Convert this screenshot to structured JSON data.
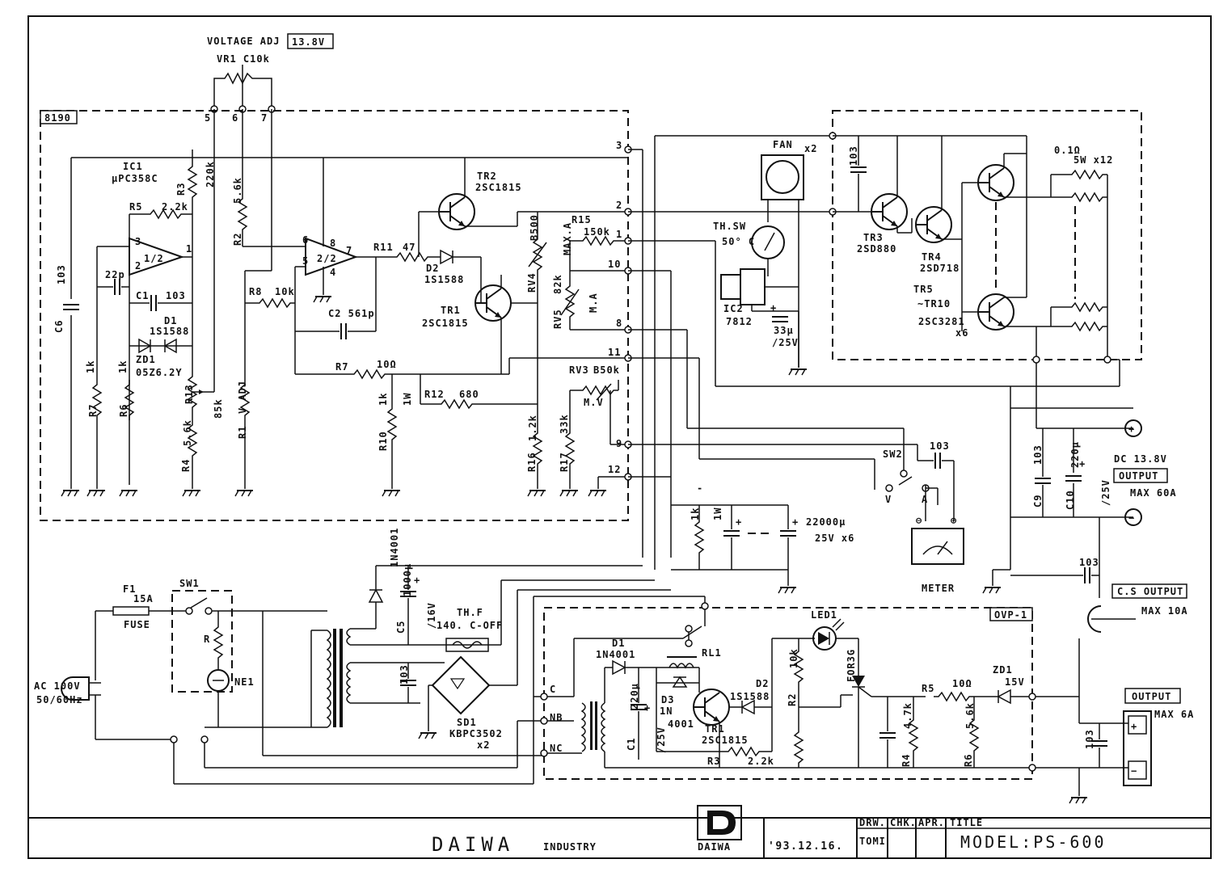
{
  "title_block": {
    "company": "DAIWA",
    "company_suffix": "INDUSTRY",
    "logo_text": "DAIWA",
    "date": "'93.12.16.",
    "drawn_label": "DRW.",
    "checked_label": "CHK.",
    "approved_label": "APR.",
    "title_label": "TITLE",
    "drawn_by": "TOMI",
    "model": "MODEL:PS-600"
  },
  "top": {
    "voltage_adj": "VOLTAGE ADJ",
    "voltage_adj_value": "13.8V",
    "vr1": "VR1  C10k",
    "pin5": "5",
    "pin6": "6",
    "pin7": "7"
  },
  "board_8190": {
    "name": "8190",
    "ic1": "IC1",
    "ic1_part": "µPC358C",
    "op1": "1/2",
    "op2": "2/2",
    "r3": "R3",
    "r3v": "220k",
    "r5": "R5",
    "r5v": "2.2k",
    "c22p": "22p",
    "c1": "C1",
    "c1v": "103",
    "d1": "D1",
    "d1v": "1S1588",
    "zd1": "ZD1",
    "zd1v": "05Z6.2Y",
    "c6": "C6",
    "c6v": "103",
    "r7a": "R7",
    "r7av": "1k",
    "r6": "R6",
    "r6v": "1k",
    "r13": "R13",
    "r13v": "85k",
    "r13n": "V ADJ",
    "r4": "R4",
    "r4v": "5.6k",
    "r2": "R2",
    "r2v": "5.6k",
    "r8": "R8",
    "r8v": "10k",
    "r1": "R1",
    "r11": "R11",
    "r11v": "47",
    "d2": "D2",
    "d2v": "1S1588",
    "c2": "C2 561p",
    "tr2": "TR2",
    "tr2v": "2SC1815",
    "tr1": "TR1",
    "tr1v": "2SC1815",
    "r7b": "R7",
    "r7bv": "10Ω",
    "r10": "R10",
    "r10v": "1k",
    "r10w": "1W",
    "r12": "R12",
    "r12v": "680",
    "r16": "R16",
    "r16v": "1.2k",
    "r17": "R17",
    "r17v": "33k",
    "rv4": "RV4",
    "rv4v": "B500",
    "rv4n": "MAX.A",
    "rv5": "RV5",
    "rv5v": "82k",
    "rv5n": "M.A",
    "r15": "R15",
    "r15v": "150k",
    "rv3": "RV3",
    "rv3v": "B50k",
    "rv3n": "M.V",
    "pins": [
      "3",
      "2",
      "1",
      "10",
      "8",
      "11",
      "9",
      "12"
    ],
    "op_pins": [
      "3",
      "2",
      "1",
      "6",
      "5",
      "8",
      "4",
      "7"
    ]
  },
  "power_section": {
    "fan": "FAN",
    "fan_qty": "x2",
    "thsw": "TH.SW",
    "thsw_v": "50° C",
    "ic2": "IC2",
    "ic2v": "7812",
    "c33": "33µ",
    "c33v": "/25V",
    "c103": "103",
    "tr3": "TR3",
    "tr3v": "2SD880",
    "tr4": "TR4",
    "tr4v": "2SD718",
    "tr5": "TR5",
    "tr5r": "~TR10",
    "tr5v": "2SC3281",
    "tr5q": "x6",
    "res": "0.1Ω",
    "res_v": "5W  x12"
  },
  "output_section": {
    "dc": "DC 13.8V",
    "output": "OUTPUT",
    "max60": "MAX 60A",
    "c9": "C9",
    "c9v": "103",
    "c10": "C10",
    "c10v": "220µ",
    "c10w": "/25V",
    "c103b": "103",
    "cs_output": "C.S OUTPUT",
    "max10": "MAX 10A",
    "output2": "OUTPUT",
    "max6": "MAX 6A",
    "c103c": "103",
    "plus": "+",
    "minus": "−"
  },
  "meter_section": {
    "sw2": "SW2",
    "c103": "103",
    "v": "V",
    "a": "A",
    "meter": "METER",
    "minus": "⊖",
    "plus": "⊕",
    "r1k": "1k",
    "r1w": "1W",
    "cap": "22000µ",
    "cap_v": "25V x6",
    "dash": "-",
    "plus_sign": "+"
  },
  "ac_section": {
    "f1": "F1",
    "f1v": "15A",
    "fuse": "FUSE",
    "sw1": "SW1",
    "r": "R",
    "ne1": "NE1",
    "ac": "AC 100V",
    "hz": "50/60Hz",
    "d_1n4001": "1N4001",
    "c5": "C5",
    "c5v": "1000µ",
    "c5w": "/16V",
    "thf": "TH.F",
    "thf_v": "140. C-OFF",
    "c103": "103",
    "sd1": "SD1",
    "sd1v": "KBPC3502",
    "sd1q": "x2"
  },
  "ovp_board": {
    "name": "OVP-1",
    "led1": "LED1",
    "d1": "D1",
    "d1v": "1N4001",
    "rl1": "RL1",
    "d3": "D3",
    "d3v": "1N",
    "d3v2": "4001",
    "c1": "C1",
    "c1v": "220µ",
    "c1w": "/25V",
    "tr1": "TR1",
    "tr1v": "2SC1815",
    "d2": "D2",
    "d2v": "1S1588",
    "r2": "R2",
    "r2v": "10k",
    "r3": "R3",
    "r3v": "2.2k",
    "scr": "FOR3G",
    "r4": "R4",
    "r4v": "4.7k",
    "r5": "R5",
    "r5v": "10Ω",
    "r6": "R6",
    "r6v": "5.6k",
    "zd1": "ZD1",
    "zd1v": "15V",
    "c": "C",
    "nb": "NB",
    "nc": "NC"
  }
}
